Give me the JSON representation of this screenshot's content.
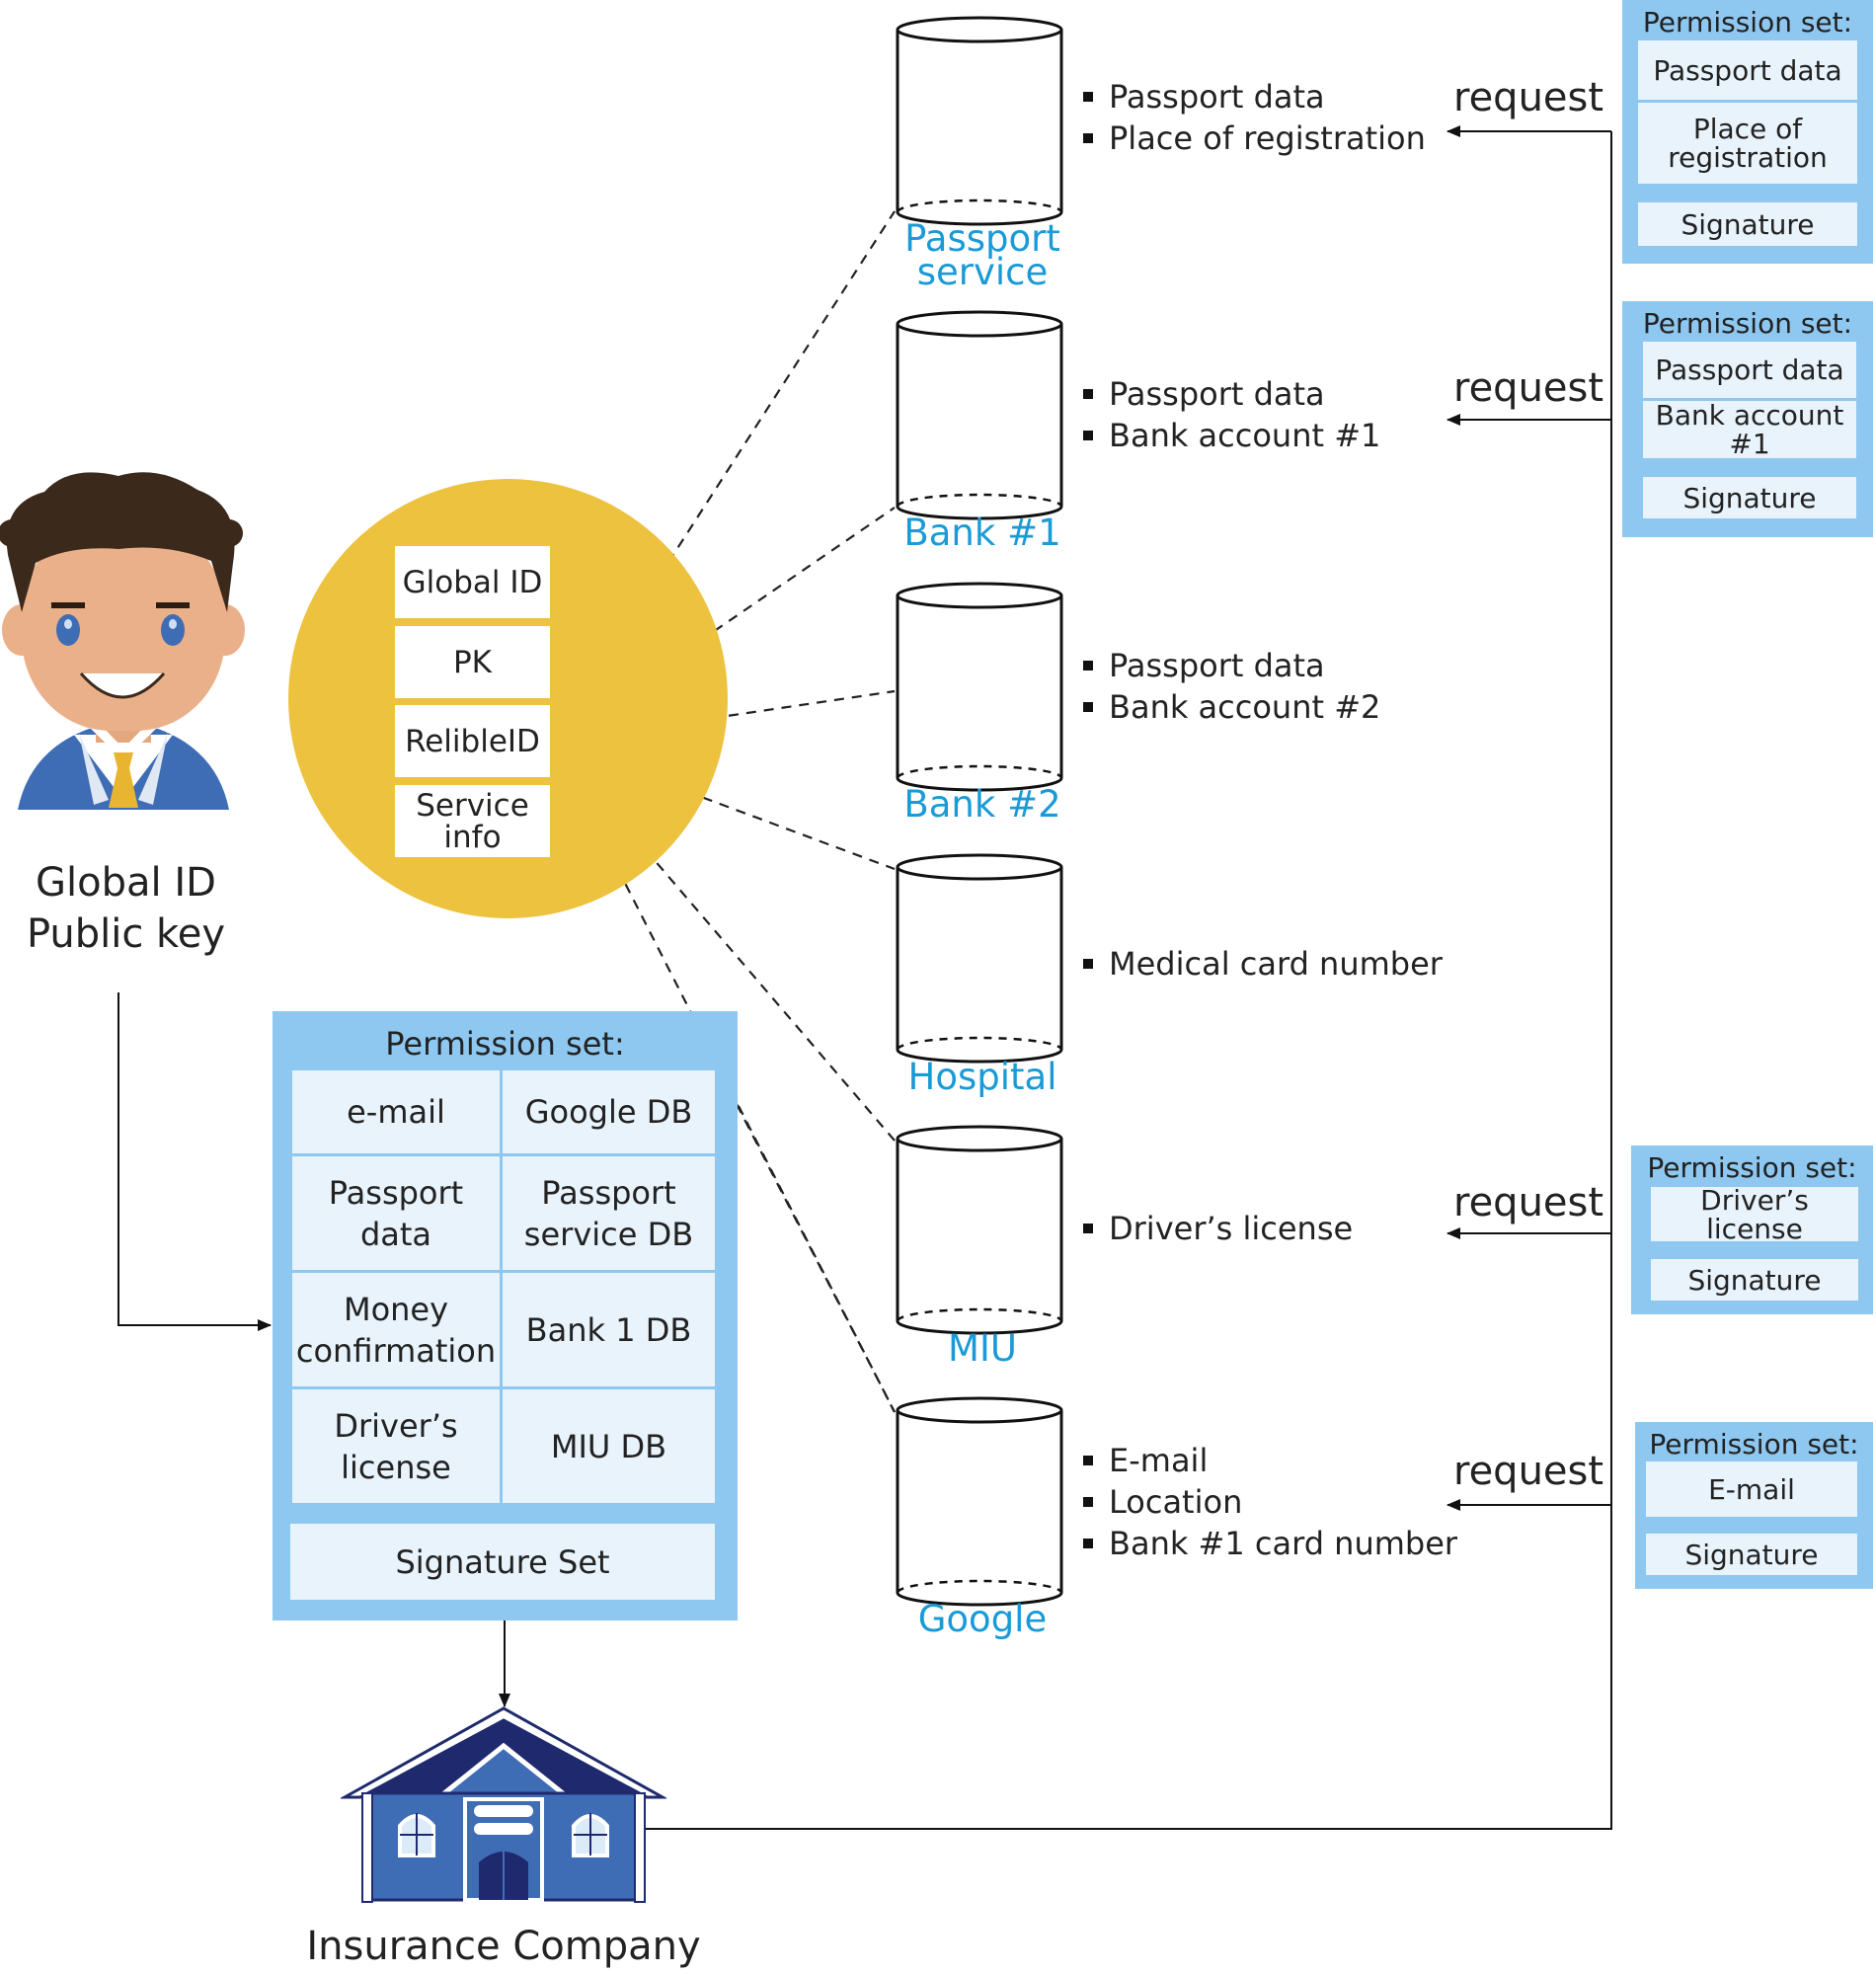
{
  "person": {
    "caption_line1": "Global ID",
    "caption_line2": "Public key"
  },
  "id_card": {
    "cells": [
      "Global ID",
      "PK",
      "RelibleID",
      "Service info"
    ],
    "colors": {
      "circle": "#ecc23f"
    }
  },
  "main_permission_set": {
    "title": "Permission set:",
    "rows": [
      {
        "permission": "e-mail",
        "source": "Google DB"
      },
      {
        "permission": "Passport data",
        "source": "Passport service DB"
      },
      {
        "permission": "Money confirmation",
        "source": "Bank 1 DB"
      },
      {
        "permission": "Driver’s license",
        "source": "MIU DB"
      }
    ],
    "signature": "Signature Set"
  },
  "company": {
    "caption": "Insurance Company"
  },
  "databases": [
    {
      "name": "Passport service",
      "fields": [
        "Passport data",
        "Place of registration"
      ]
    },
    {
      "name": "Bank #1",
      "fields": [
        "Passport data",
        "Bank account #1"
      ]
    },
    {
      "name": "Bank #2",
      "fields": [
        "Passport data",
        "Bank account #2"
      ]
    },
    {
      "name": "Hospital",
      "fields": [
        "Medical card number"
      ]
    },
    {
      "name": "MIU",
      "fields": [
        "Driver’s license"
      ]
    },
    {
      "name": "Google",
      "fields": [
        "E-mail",
        "Location",
        "Bank #1 card number"
      ]
    }
  ],
  "requests": [
    {
      "label": "request",
      "permission_set": {
        "title": "Permission set:",
        "items": [
          "Passport data",
          "Place of registration",
          "Signature"
        ]
      }
    },
    {
      "label": "request",
      "permission_set": {
        "title": "Permission set:",
        "items": [
          "Passport data",
          "Bank account #1",
          "Signature"
        ]
      }
    },
    {
      "label": "request",
      "permission_set": {
        "title": "Permission set:",
        "items": [
          "Driver’s license",
          "Signature"
        ]
      }
    },
    {
      "label": "request",
      "permission_set": {
        "title": "Permission set:",
        "items": [
          "E-mail",
          "Signature"
        ]
      }
    }
  ],
  "colors": {
    "db_label": "#1a9ad6",
    "permission_frame": "#8ec7ef",
    "permission_cell": "#e8f3fc"
  }
}
